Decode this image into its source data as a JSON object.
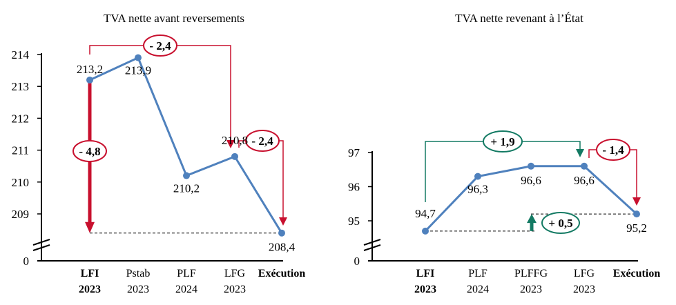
{
  "chart_data": [
    {
      "type": "line",
      "title": "TVA nette avant reversements",
      "categories": [
        [
          "LFI",
          "2023"
        ],
        [
          "Pstab",
          "2023"
        ],
        [
          "PLF",
          "2024"
        ],
        [
          "LFG",
          "2023"
        ],
        [
          "Exécution",
          ""
        ]
      ],
      "bold_categories": [
        0,
        4
      ],
      "values": [
        213.2,
        213.9,
        210.2,
        210.8,
        208.4
      ],
      "data_labels": [
        "213,2",
        "213,9",
        "210,2",
        "210,8",
        "208,4"
      ],
      "yticks": [
        "214",
        "213",
        "212",
        "211",
        "210",
        "209",
        "0"
      ],
      "ylim": [
        208,
        214
      ],
      "axis_break": true,
      "series_color": "#4f81bd",
      "annotations": [
        {
          "label": "- 2,4",
          "from": "LFI 2023",
          "to": "LFG 2023",
          "color": "#c8102e"
        },
        {
          "label": "- 2,4",
          "from": "LFG 2023",
          "to": "Exécution",
          "color": "#c8102e"
        },
        {
          "label": "- 4,8",
          "from": "LFI 2023",
          "to": "Exécution",
          "color": "#c8102e"
        }
      ]
    },
    {
      "type": "line",
      "title": "TVA nette revenant à l’État",
      "categories": [
        [
          "LFI",
          "2023"
        ],
        [
          "PLF",
          "2024"
        ],
        [
          "PLFFG",
          "2023"
        ],
        [
          "LFG",
          "2023"
        ],
        [
          "Exécution",
          ""
        ]
      ],
      "bold_categories": [
        0,
        4
      ],
      "values": [
        94.7,
        96.3,
        96.6,
        96.6,
        95.2
      ],
      "data_labels": [
        "94,7",
        "96,3",
        "96,6",
        "96,6",
        "95,2"
      ],
      "yticks": [
        "97",
        "96",
        "95",
        "0"
      ],
      "ylim": [
        94.5,
        97
      ],
      "axis_break": true,
      "series_color": "#4f81bd",
      "annotations": [
        {
          "label": "+ 1,9",
          "from": "LFI 2023",
          "to": "LFG 2023",
          "color": "#137a63"
        },
        {
          "label": "- 1,4",
          "from": "LFG 2023",
          "to": "Exécution",
          "color": "#c8102e"
        },
        {
          "label": "+ 0,5",
          "from": "LFI 2023",
          "to": "Exécution",
          "color": "#137a63"
        }
      ]
    }
  ]
}
